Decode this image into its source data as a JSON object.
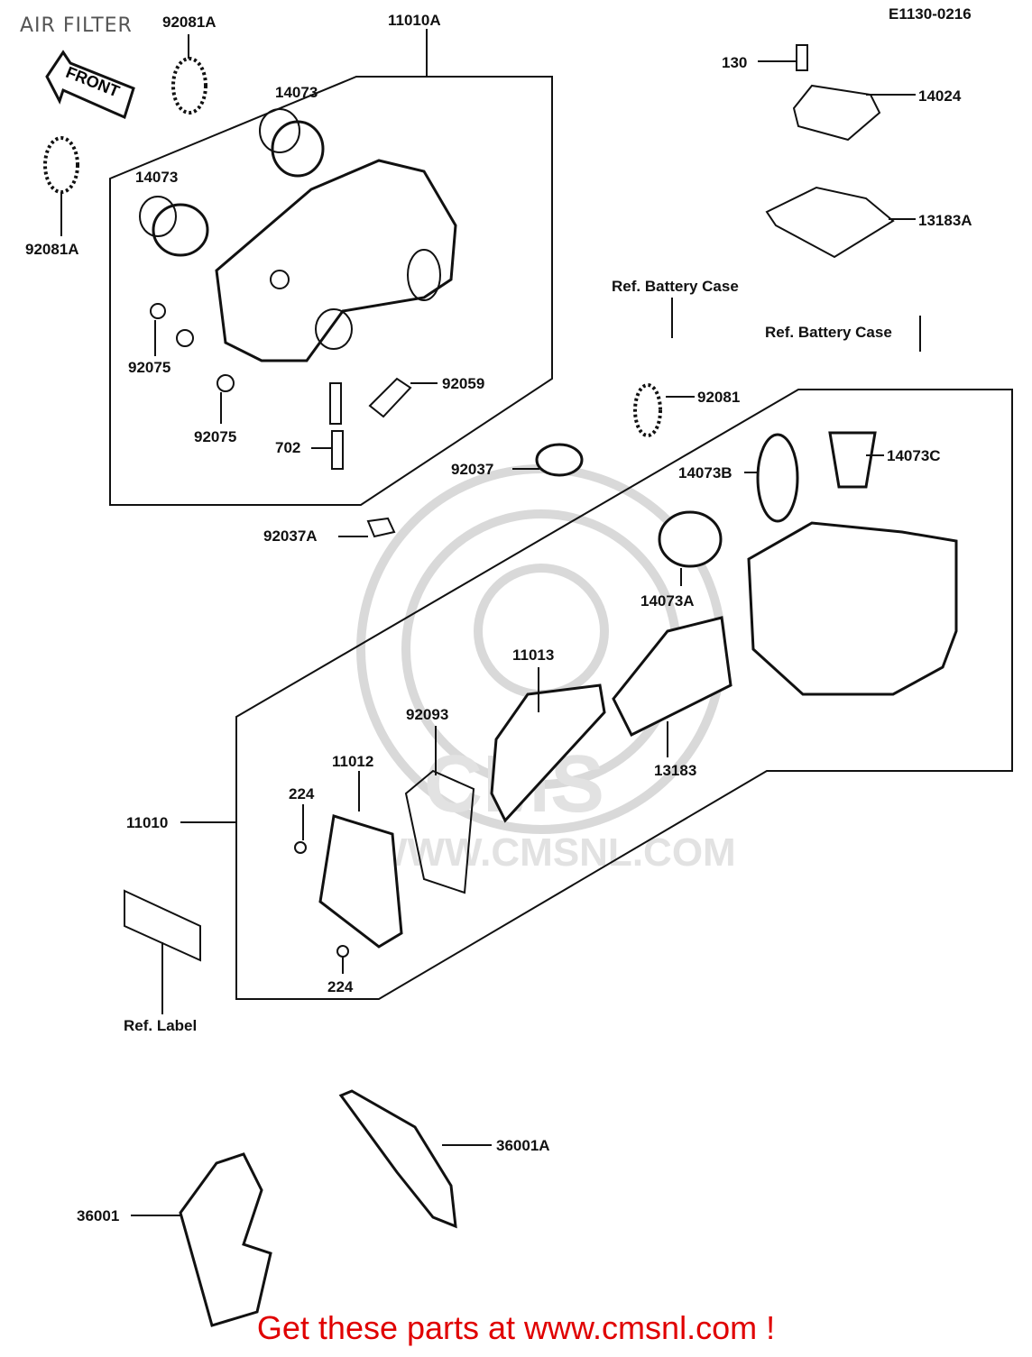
{
  "title": "AIR FILTER",
  "diagram_code": "E1130-0216",
  "footer": "Get these parts at www.cmsnl.com !",
  "watermark": {
    "logo_text": "CMS",
    "url_text": "WWW.CMSNL.COM"
  },
  "front_arrow": "FRONT",
  "labels": {
    "p92081A_top": "92081A",
    "p11010A": "11010A",
    "p14073_a": "14073",
    "p14073_b": "14073",
    "p92081A_left": "92081A",
    "p92075_a": "92075",
    "p92075_b": "92075",
    "p702": "702",
    "p92059": "92059",
    "p92037A": "92037A",
    "p92037": "92037",
    "p92081": "92081",
    "p130": "130",
    "p14024": "14024",
    "p13183A": "13183A",
    "ref_battery_1": "Ref. Battery Case",
    "ref_battery_2": "Ref. Battery Case",
    "p14073B": "14073B",
    "p14073C": "14073C",
    "p14073A": "14073A",
    "p11013": "11013",
    "p92093": "92093",
    "p11012": "11012",
    "p13183": "13183",
    "p224_a": "224",
    "p224_b": "224",
    "p11010": "11010",
    "ref_label": "Ref. Label",
    "p36001A": "36001A",
    "p36001": "36001"
  },
  "colors": {
    "footer": "#e00000",
    "line": "#111111",
    "watermark": "#d9d9d9"
  }
}
